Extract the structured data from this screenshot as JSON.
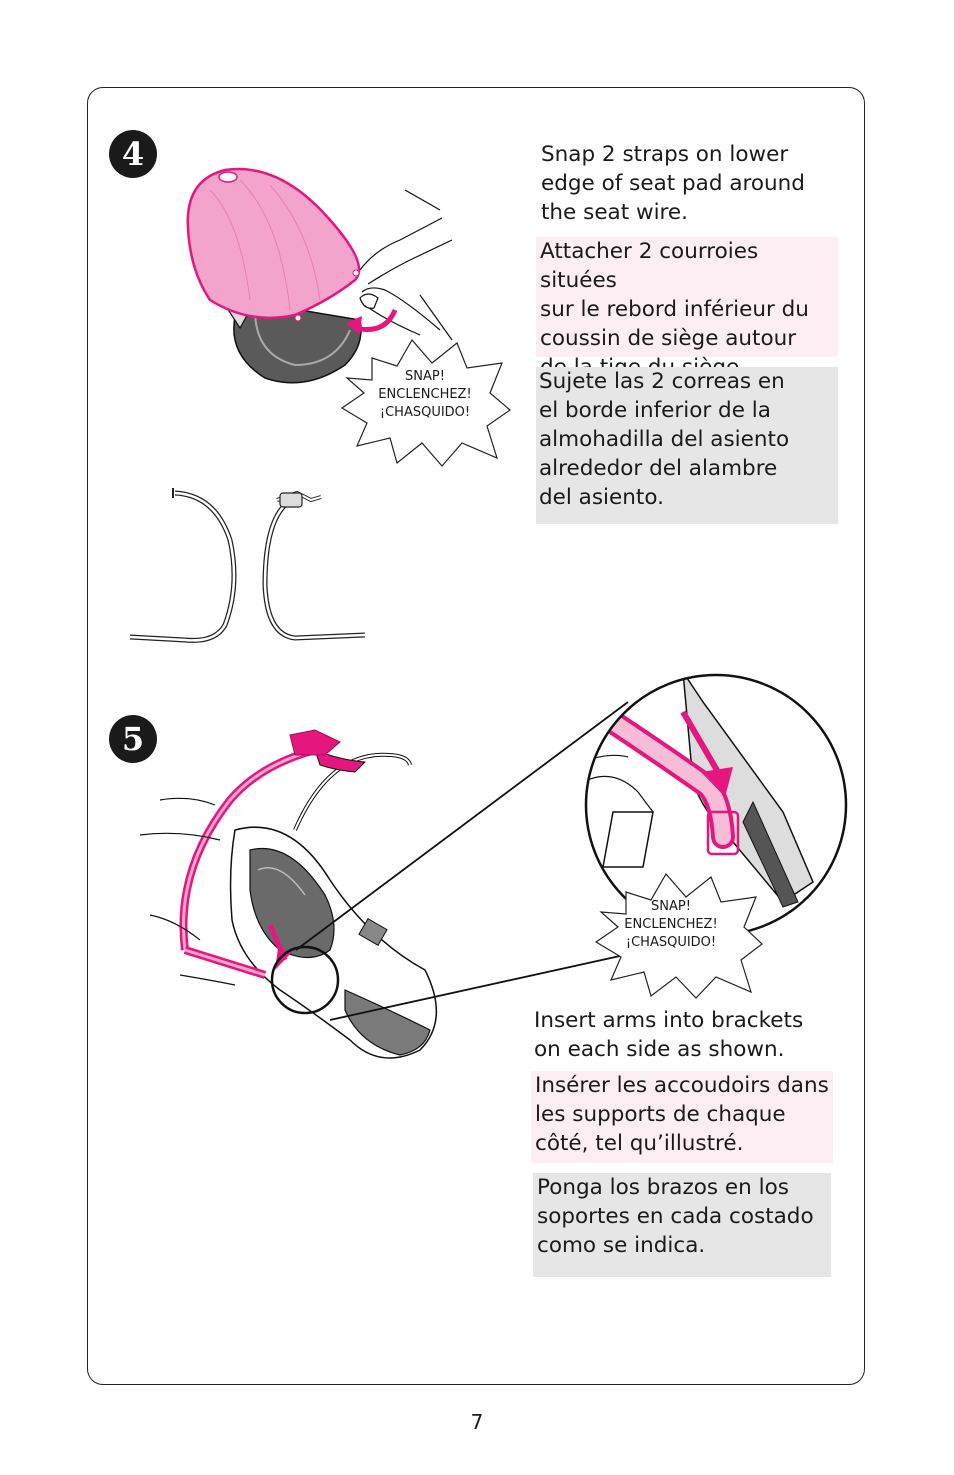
{
  "page_number": "7",
  "steps": [
    {
      "number": "4",
      "text_en": "Snap 2 straps on lower\nedge of seat pad around\nthe seat wire.",
      "text_fr": "Attacher 2 courroies situées\nsur le rebord inférieur du\ncoussin de siège autour\nde la tige du siège.",
      "text_es": "Sujete las 2 correas en\nel borde inferior de la\nalmohadilla del asiento\nalrededor del alambre\ndel asiento.",
      "burst": "SNAP!\nENCLENCHEZ!\n¡CHASQUIDO!"
    },
    {
      "number": "5",
      "text_en": "Insert arms into brackets\non each side as shown.",
      "text_fr": "Insérer les accoudoirs dans\nles supports de chaque\ncôté, tel qu’illustré.",
      "text_es": "Ponga los brazos en los\nsoportes en cada costado\ncomo se indica.",
      "burst": "SNAP!\nENCLENCHEZ!\n¡CHASQUIDO!"
    }
  ],
  "colors": {
    "accent_pink": "#e5177e",
    "french_bg": "#fdeef3",
    "spanish_bg": "#e6e6e6"
  }
}
